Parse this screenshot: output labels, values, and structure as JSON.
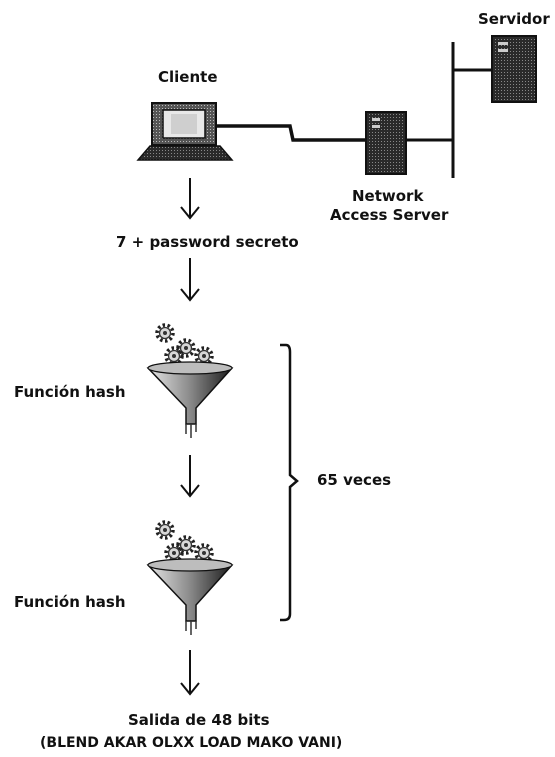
{
  "labels": {
    "cliente": "Cliente",
    "servidor": "Servidor",
    "nas_line1": "Network",
    "nas_line2": "Access Server",
    "input": "7 + password secreto",
    "hash1": "Función hash",
    "hash2": "Función hash",
    "repeat": "65 veces",
    "output_line1": "Salida de 48 bits",
    "output_line2": "(BLEND AKAR OLXX LOAD MAKO VANI)"
  },
  "icons": {
    "client": "computer-icon",
    "nas": "server-tower-icon",
    "server": "server-tower-icon",
    "hash": "gears-funnel-icon"
  }
}
